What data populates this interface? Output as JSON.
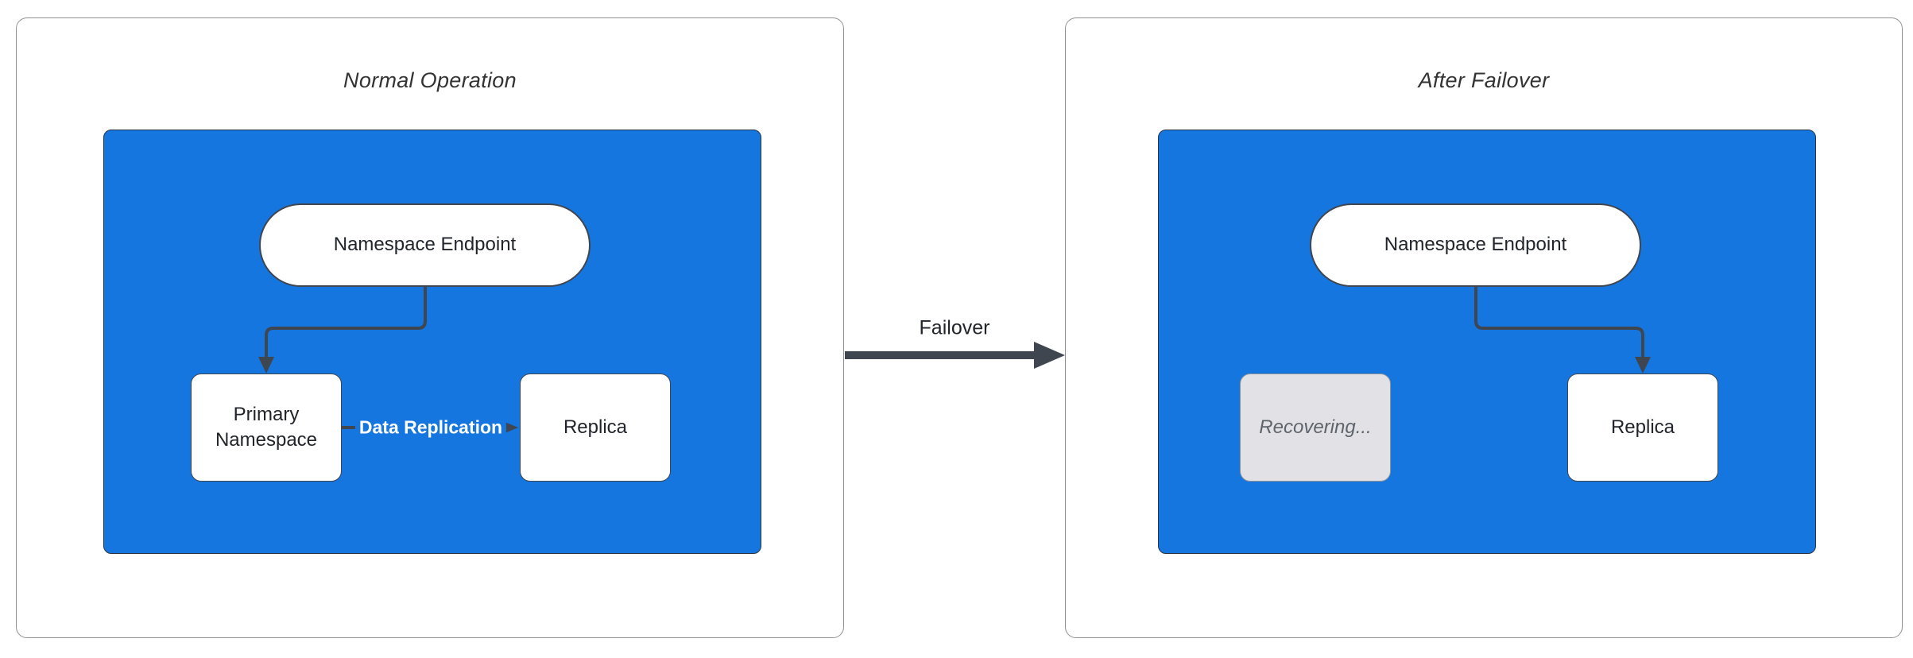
{
  "diagram": {
    "panels": [
      {
        "title": "Normal Operation",
        "nodes": {
          "endpoint": "Namespace Endpoint",
          "primary": "Primary Namespace",
          "replica": "Replica"
        },
        "edge_label": "Data Replication"
      },
      {
        "title": "After Failover",
        "nodes": {
          "endpoint": "Namespace Endpoint",
          "recovering": "Recovering...",
          "replica": "Replica"
        }
      }
    ],
    "transition_label": "Failover"
  },
  "colors": {
    "canvas_blue": "#1576E0",
    "edge_dark": "#3F4650",
    "node_fill": "#FFFFFF",
    "node_border": "#3F4650",
    "recovering_fill": "#E2E2E6",
    "recovering_border": "#8F9399",
    "recovering_text": "#5E646C",
    "panel_border": "#919191",
    "title_text": "#333333",
    "node_text": "#21252B",
    "edge_label_text": "#FFFFFF"
  }
}
